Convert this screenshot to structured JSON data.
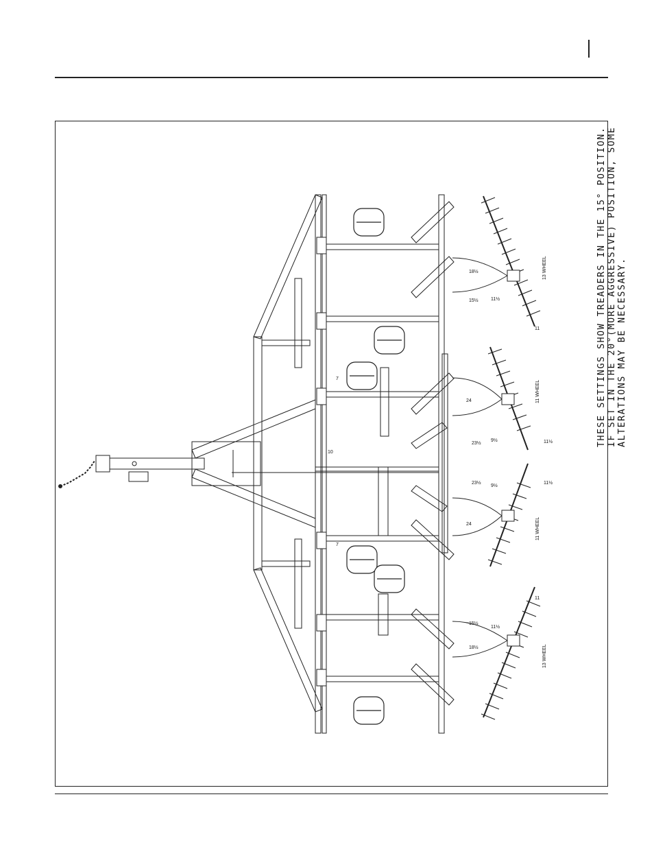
{
  "figure": {
    "note_lines": [
      "THESE SETTINGS SHOW TREADERS IN THE 15° POSITION.",
      "IF SET IN THE 20°(MORE AGGRESSIVE) POSITION, SOME",
      "ALTERATIONS MAY BE NECESSARY."
    ],
    "wheel_labels": [
      "13 WHEEL",
      "11 WHEEL",
      "11 WHEEL",
      "13 WHEEL"
    ],
    "dimensions": {
      "d7_upper": "7",
      "d7_lower": "7",
      "d10": "10",
      "d24_upper": "24",
      "d24_lower": "24",
      "d23_upper": "23½",
      "d23_lower": "23½",
      "d18_upper": "18½",
      "d18_lower": "18½",
      "d15_upper": "15½",
      "d15_lower": "15½",
      "d11_wheel1": "11",
      "d11_wheel4": "11",
      "d11h_wheel2": "11½",
      "d11h_wheel3": "11½",
      "d11h_w1": "11½",
      "d11h_w4": "11½",
      "d9_upper": "9½",
      "d9_lower": "9½"
    }
  }
}
